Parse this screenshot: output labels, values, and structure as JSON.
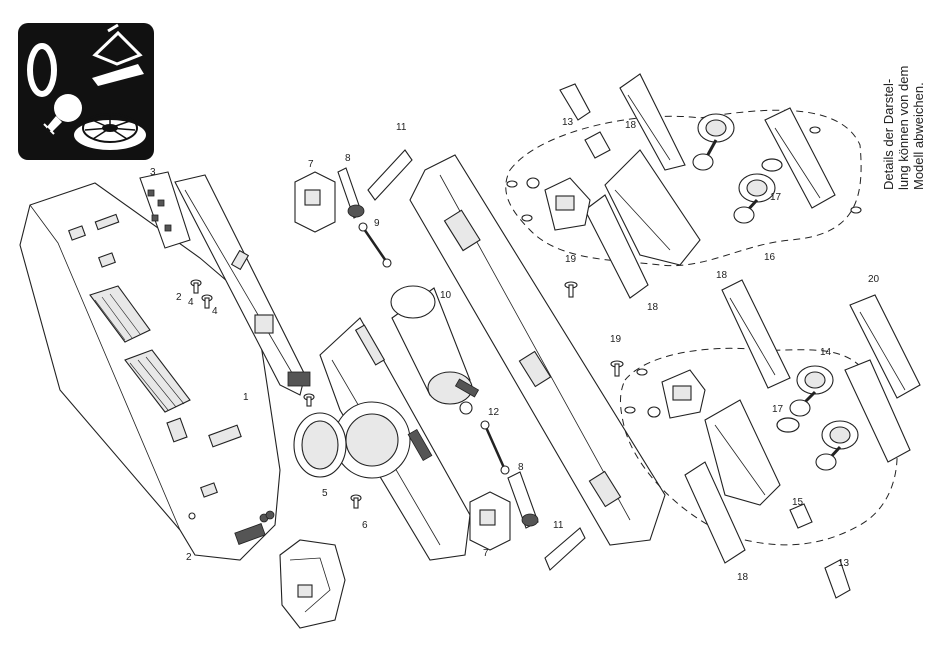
{
  "note": {
    "lines": [
      "Details der Darstel-",
      "lung können von dem",
      "Modell abweichen."
    ]
  },
  "icon_panel": {
    "icons": [
      "zero-digit-icon",
      "lamp-icon",
      "bulb-icon",
      "wheel-icon"
    ],
    "background": "#111111"
  },
  "callouts": {
    "c1": "1",
    "c2a": "2",
    "c2b": "2",
    "c3": "3",
    "c4a": "4",
    "c4b": "4",
    "c5": "5",
    "c6": "6",
    "c7a": "7",
    "c7b": "7",
    "c8a": "8",
    "c8b": "8",
    "c9": "9",
    "c10": "10",
    "c11a": "11",
    "c11b": "11",
    "c12": "12",
    "c13a": "13",
    "c13b": "13",
    "c14": "14",
    "c15": "15",
    "c16": "16",
    "c17a": "17",
    "c17b": "17",
    "c18a": "18",
    "c18b": "18",
    "c18c": "18",
    "c18d": "18",
    "c19a": "19",
    "c19b": "19",
    "c20": "20"
  }
}
